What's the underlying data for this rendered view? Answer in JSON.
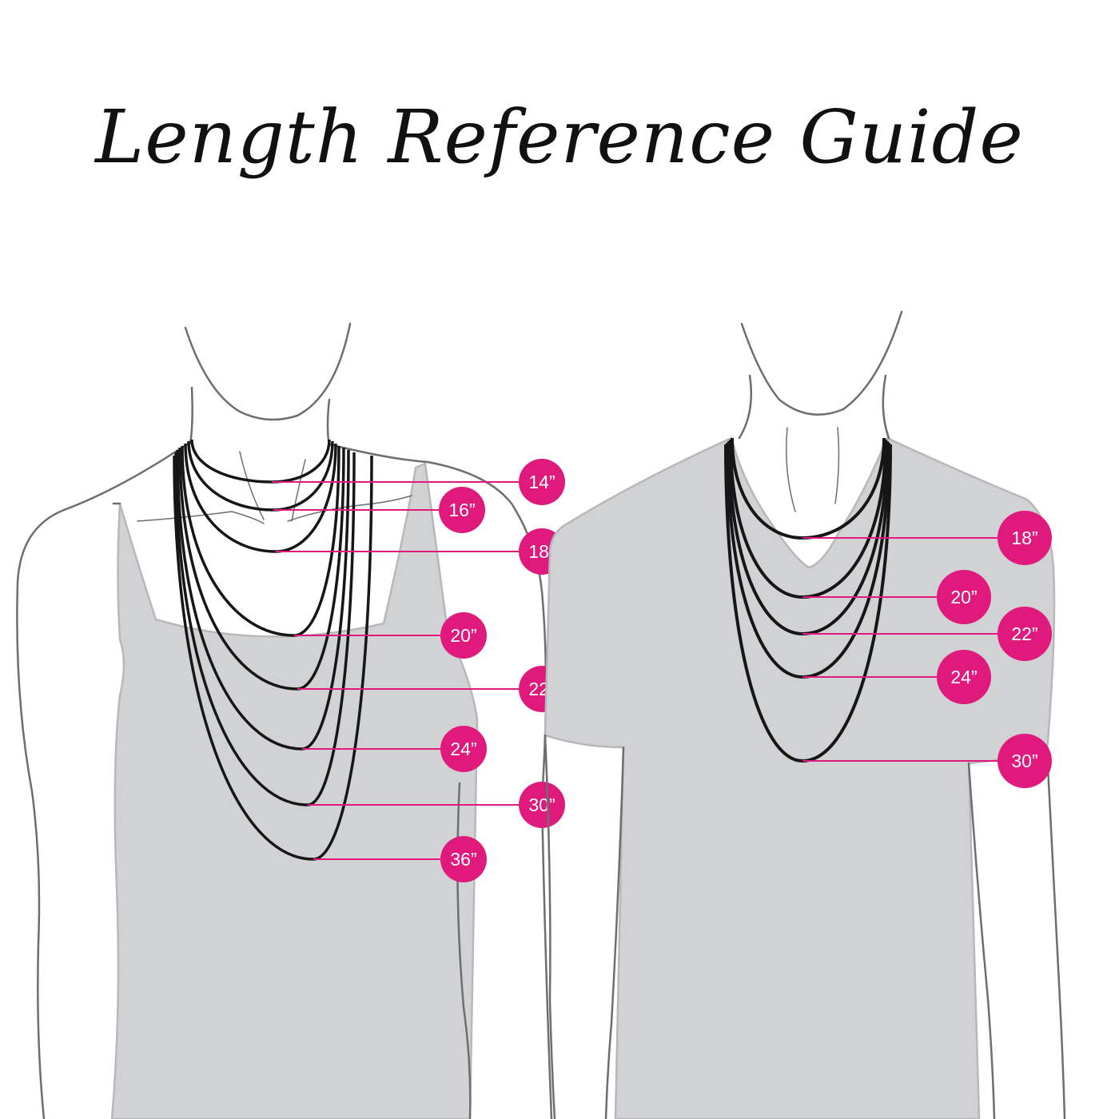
{
  "title": "Length Reference Guide",
  "colors": {
    "accent": "#e0197d",
    "garment": "#d1d2d4",
    "outline": "#6e6e6e",
    "chain": "#161616",
    "background": "#ffffff"
  },
  "female": {
    "lengths": [
      "14”",
      "16”",
      "18”",
      "20”",
      "22”",
      "24”",
      "30”",
      "36”"
    ]
  },
  "male": {
    "lengths": [
      "18”",
      "20”",
      "22”",
      "24”",
      "30”"
    ]
  }
}
